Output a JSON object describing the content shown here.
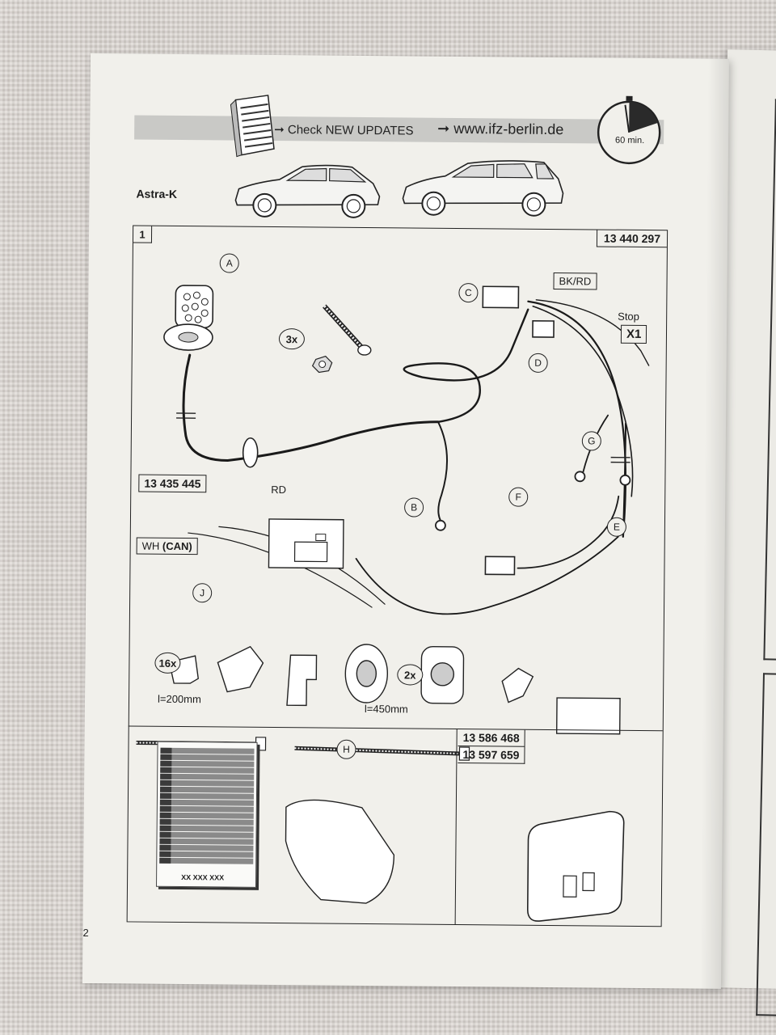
{
  "header": {
    "check_updates": "➞ Check NEW UPDATES",
    "website": "➞ www.ifz-berlin.de",
    "time_label": "60 min.",
    "clock_icon": "stopwatch-icon",
    "booklet_icon": "booklet-icon"
  },
  "vehicle": {
    "model": "Astra-K",
    "car_icons": [
      "hatchback-car-icon",
      "estate-car-icon"
    ]
  },
  "step": {
    "number": "1",
    "kit_number": "13 440 297"
  },
  "labels": {
    "bk_rd": "BK/RD",
    "stop": "Stop",
    "x1": "X1",
    "harness_number": "13 435 445",
    "rd": "RD",
    "wh_can_prefix": "WH ",
    "wh_can_bold": "(CAN)",
    "screw_qty": "3x",
    "short_tie_qty": "16x",
    "long_tie_qty": "2x",
    "short_tie_length": "l=200mm",
    "long_tie_length": "l=450mm"
  },
  "callouts": [
    "A",
    "B",
    "C",
    "D",
    "E",
    "F",
    "G",
    "H",
    "J"
  ],
  "modules": {
    "numbers": [
      "13 586 468",
      "13 597 659"
    ]
  },
  "instructions_booklet": {
    "code": "XX XXX XXX"
  },
  "footer": {
    "page_number": "2"
  },
  "colors": {
    "paper": "#f1f0eb",
    "header_band": "#c9c9c6",
    "line": "#222222",
    "fabric": "#d9d4cf"
  }
}
